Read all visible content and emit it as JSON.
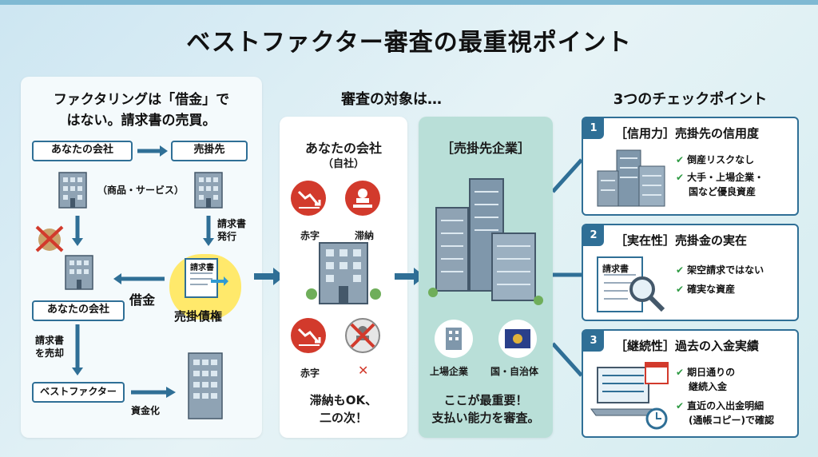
{
  "title": "ベストファクター審査の最重視ポイント",
  "left": {
    "title_line1": "ファクタリングは「借金」で",
    "title_line2": "はない。請求書の売買。",
    "your_company_top": "あなたの会社",
    "buyer": "売掛先",
    "goods": "（商品・サービス）",
    "invoice_issue_line1": "請求書",
    "invoice_issue_line2": "発行",
    "invoice_doc": "請求書",
    "loan": "借金",
    "receivable": "売掛債権",
    "your_company_bottom": "あなたの会社",
    "sell_line1": "請求書",
    "sell_line2": "を売却",
    "bestfactor": "ベストファクター",
    "funding": "資金化"
  },
  "middle": {
    "heading": "審査の対象は…",
    "your_company": "あなたの会社",
    "self": "（自社）",
    "deficit1": "赤字",
    "arrears1": "滞納",
    "deficit2": "赤字",
    "cross": "✕",
    "note_line1": "滞納もOK、",
    "note_line2": "二の次！"
  },
  "green": {
    "heading": "［売掛先企業］",
    "listed": "上場企業",
    "gov": "国・自治体",
    "note_line1": "ここが最重要！",
    "note_line2": "支払い能力を審査。"
  },
  "right": {
    "heading": "3つのチェックポイント",
    "cards": [
      {
        "num": "1",
        "title": "［信用力］売掛先の信用度",
        "checks": [
          "倒産リスクなし",
          "大手・上場企業・",
          "国など優良資産"
        ]
      },
      {
        "num": "2",
        "title": "［実在性］売掛金の実在",
        "doc": "請求書",
        "checks": [
          "架空請求ではない",
          "確実な資産"
        ]
      },
      {
        "num": "3",
        "title": "［継続性］過去の入金実績",
        "checks": [
          "期日通りの",
          "継続入金",
          "直近の入出金明細",
          "(通帳コピー)で確認"
        ]
      }
    ]
  },
  "colors": {
    "accent": "#2f6f96",
    "red": "#d23a2c",
    "check": "#2e9a43",
    "highlight": "#ffe96b"
  }
}
